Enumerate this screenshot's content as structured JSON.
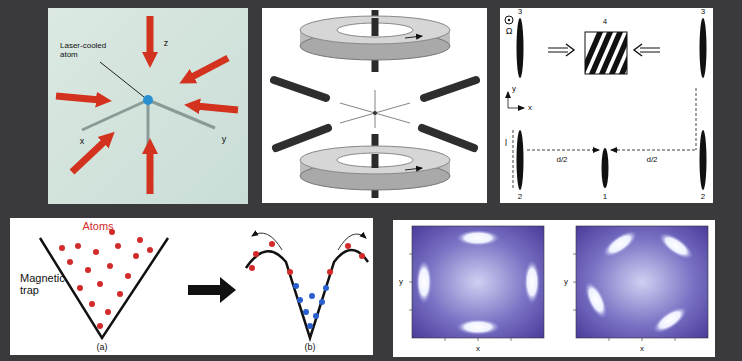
{
  "diagram": {
    "labels": [
      "Laser-cooled atom",
      "x",
      "y",
      "z",
      "Ω",
      "3",
      "4",
      "3",
      "2",
      "1",
      "2",
      "d/2",
      "d/2",
      "l",
      "y",
      "x",
      "Atoms",
      "Magnetic trap",
      "(a)",
      "(b)",
      "x",
      "y",
      "x",
      "y"
    ]
  }
}
